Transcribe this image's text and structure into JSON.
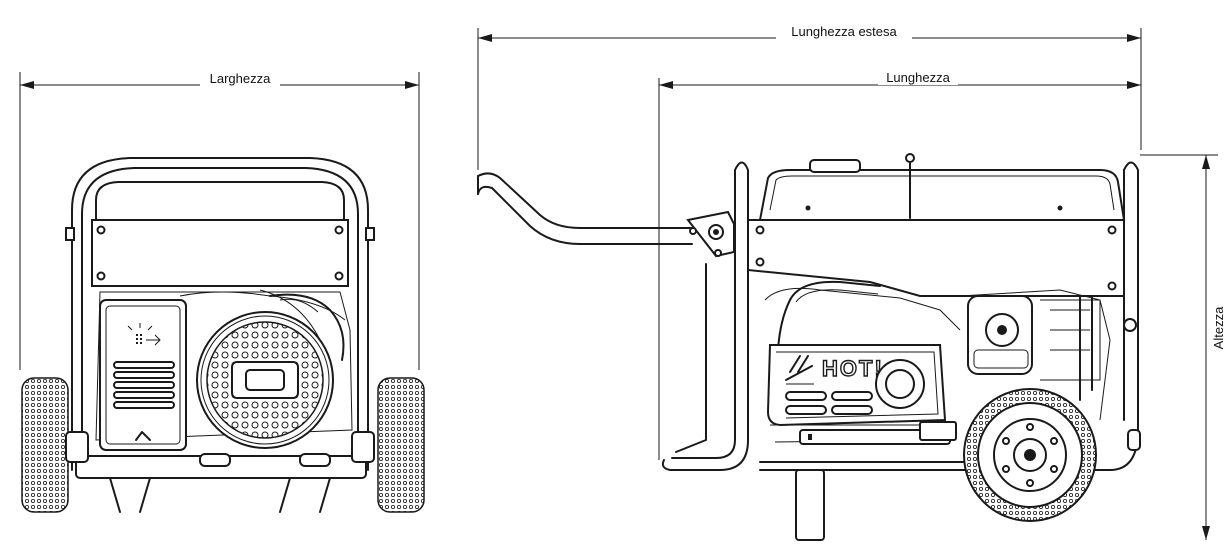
{
  "dimensions": {
    "width": "Larghezza",
    "extended_length": "Lunghezza estesa",
    "length": "Lunghezza",
    "height": "Altezza"
  },
  "labels": {
    "hot": "HOT!"
  }
}
